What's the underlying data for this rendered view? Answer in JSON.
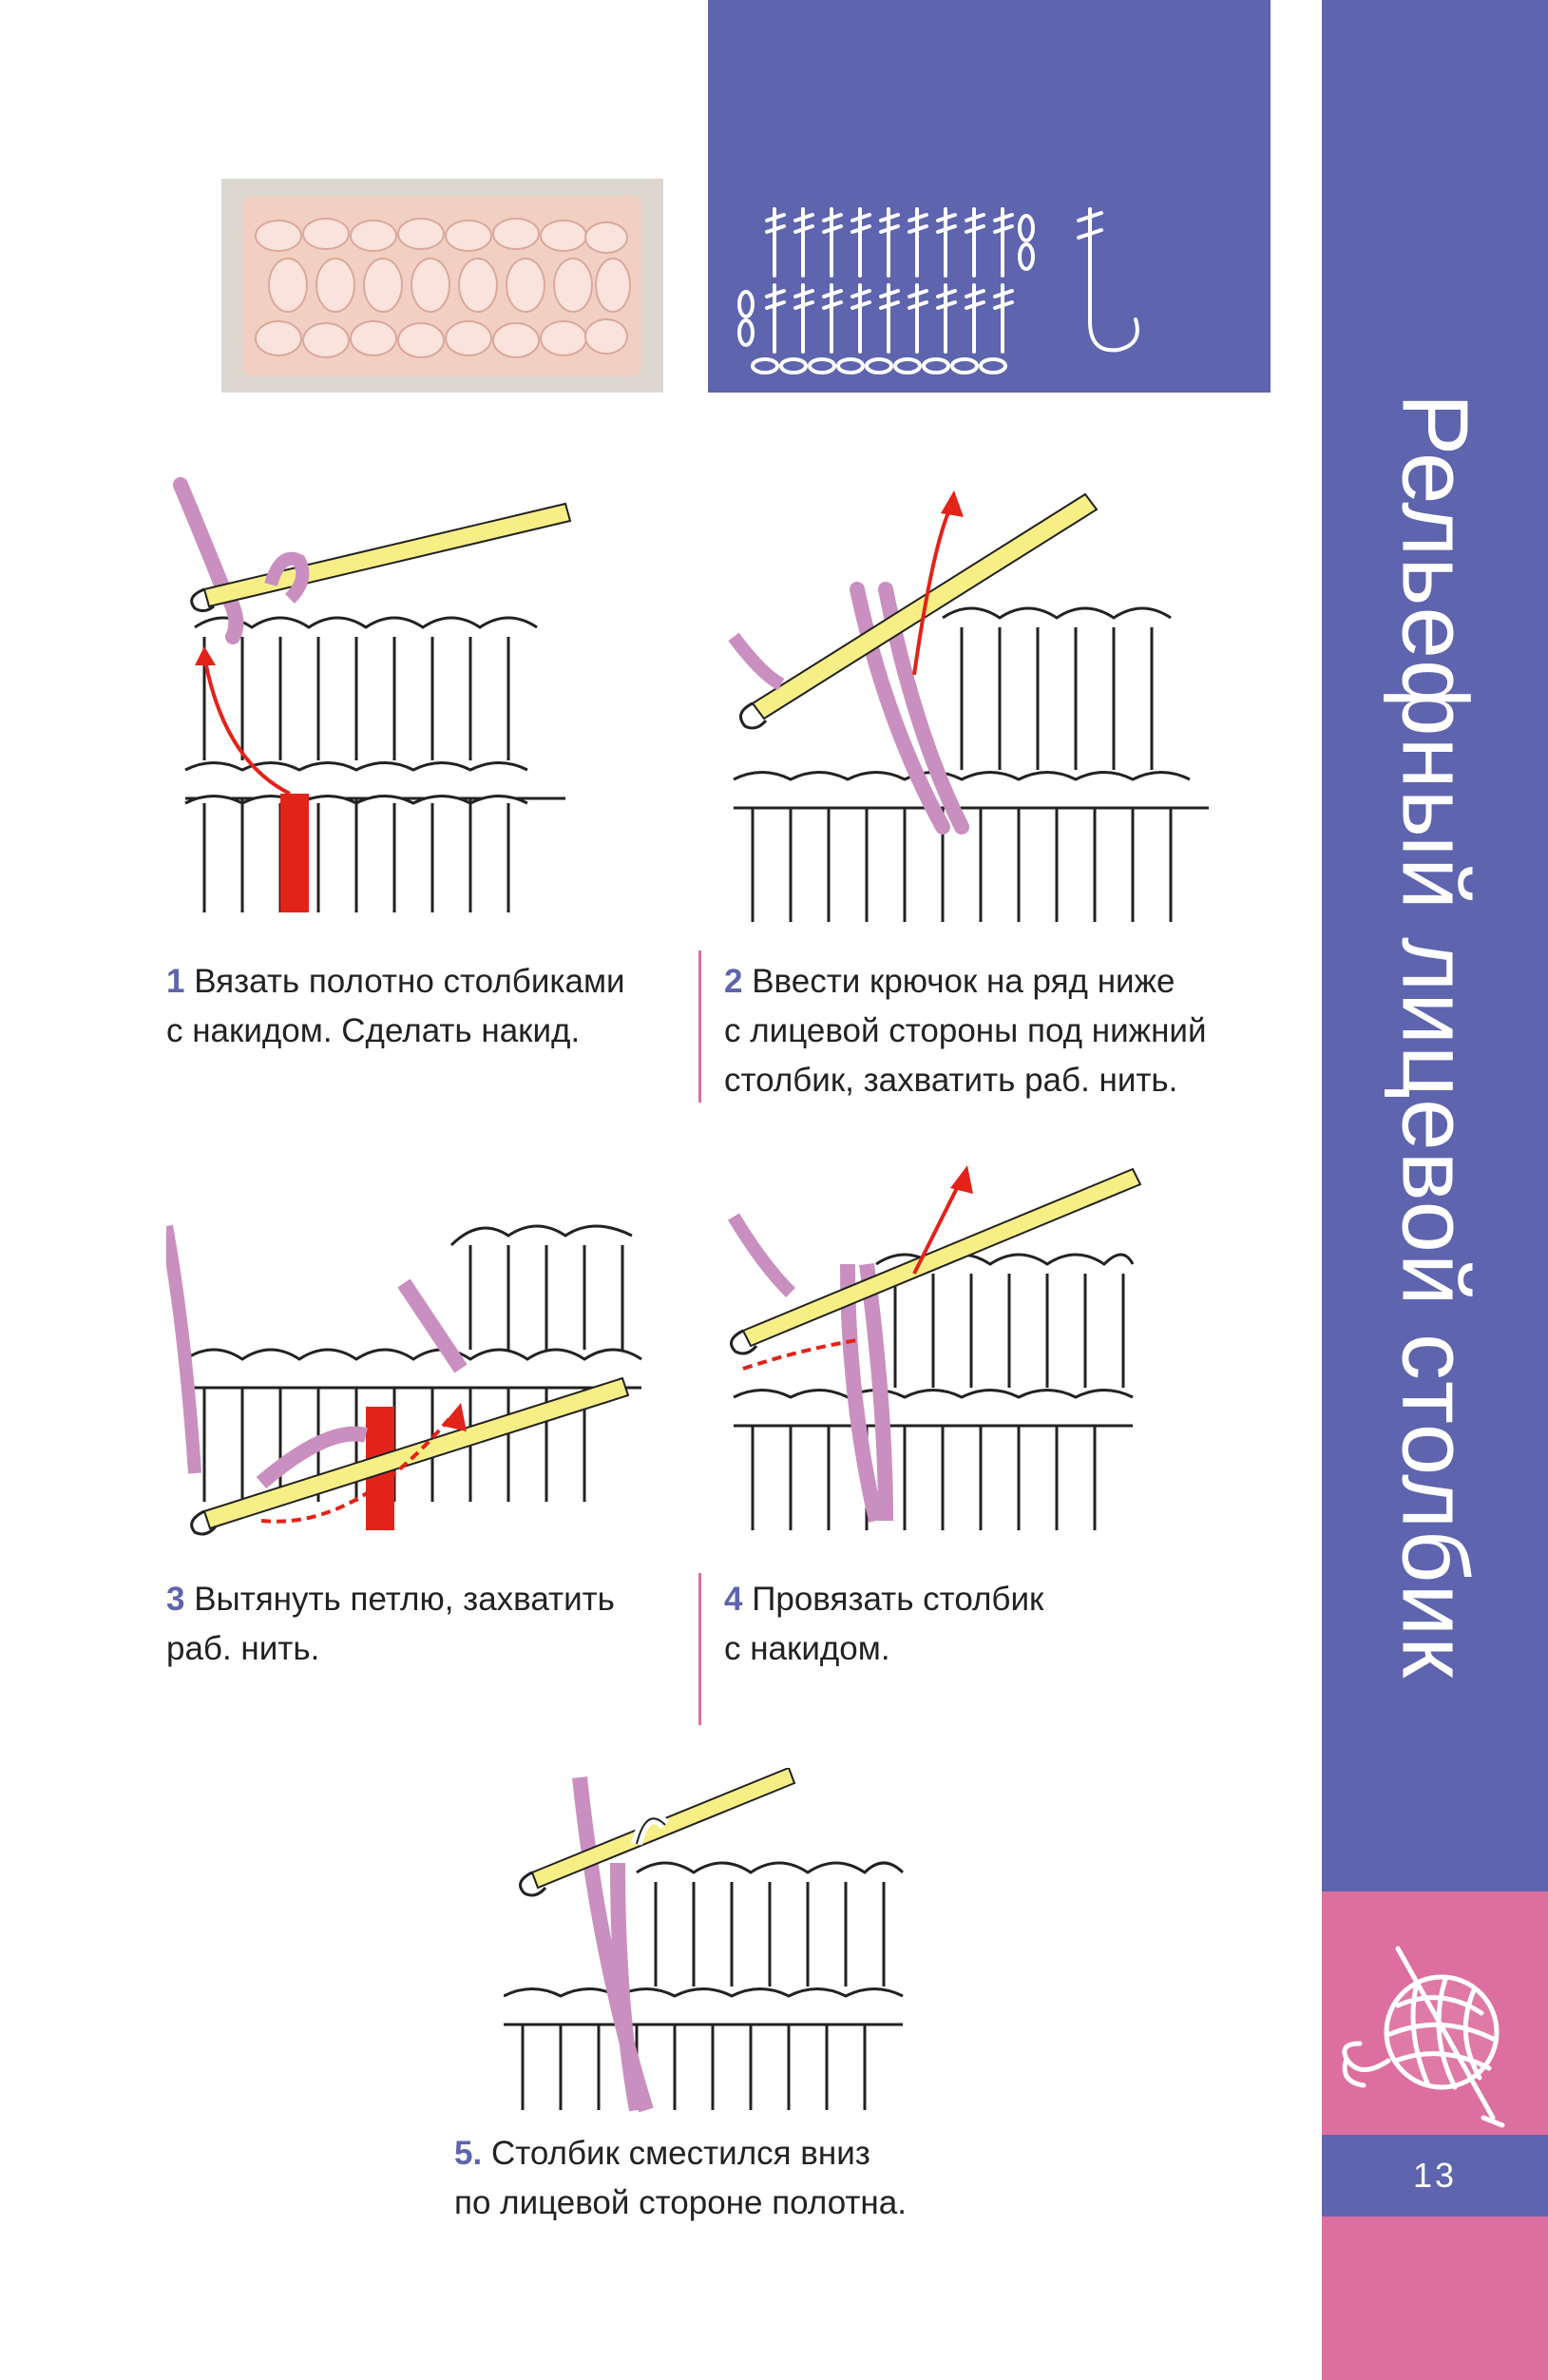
{
  "header": {
    "side_title": "Рельефный лицевой столбик",
    "page_number": "13"
  },
  "steps": [
    {
      "number": "1",
      "text": "Вязать полотно столбиками с накидом. Сделать накид.",
      "line1": "Вязать полотно столбиками",
      "line2": "с накидом. Сделать накид."
    },
    {
      "number": "2",
      "text": "Ввести крючок на ряд ниже с лицевой стороны под нижний столбик, захватить раб. нить.",
      "line1": "Ввести крючок на ряд ниже",
      "line2": "с лицевой стороны под нижний",
      "line3": "столбик, захватить раб. нить."
    },
    {
      "number": "3",
      "text": "Вытянуть петлю, захватить раб. нить.",
      "line1": "Вытянуть петлю, захватить",
      "line2": "раб. нить."
    },
    {
      "number": "4",
      "text": "Провязать столбик с накидом.",
      "line1": "Провязать столбик",
      "line2": "с накидом."
    },
    {
      "number": "5.",
      "text": "Столбик сместился вниз по лицевой стороне полотна.",
      "line1": "Столбик сместился вниз",
      "line2": "по лицевой стороне полотна."
    }
  ],
  "colors": {
    "accent_blue": "#5e64ad",
    "accent_pink": "#dd6fa0",
    "yarn_pink": "#c98fc0",
    "hook_yellow": "#f7ef86",
    "stitch_red": "#e2231a"
  },
  "icons": [
    "yarn-ball-icon",
    "crochet-symbol-chart"
  ]
}
